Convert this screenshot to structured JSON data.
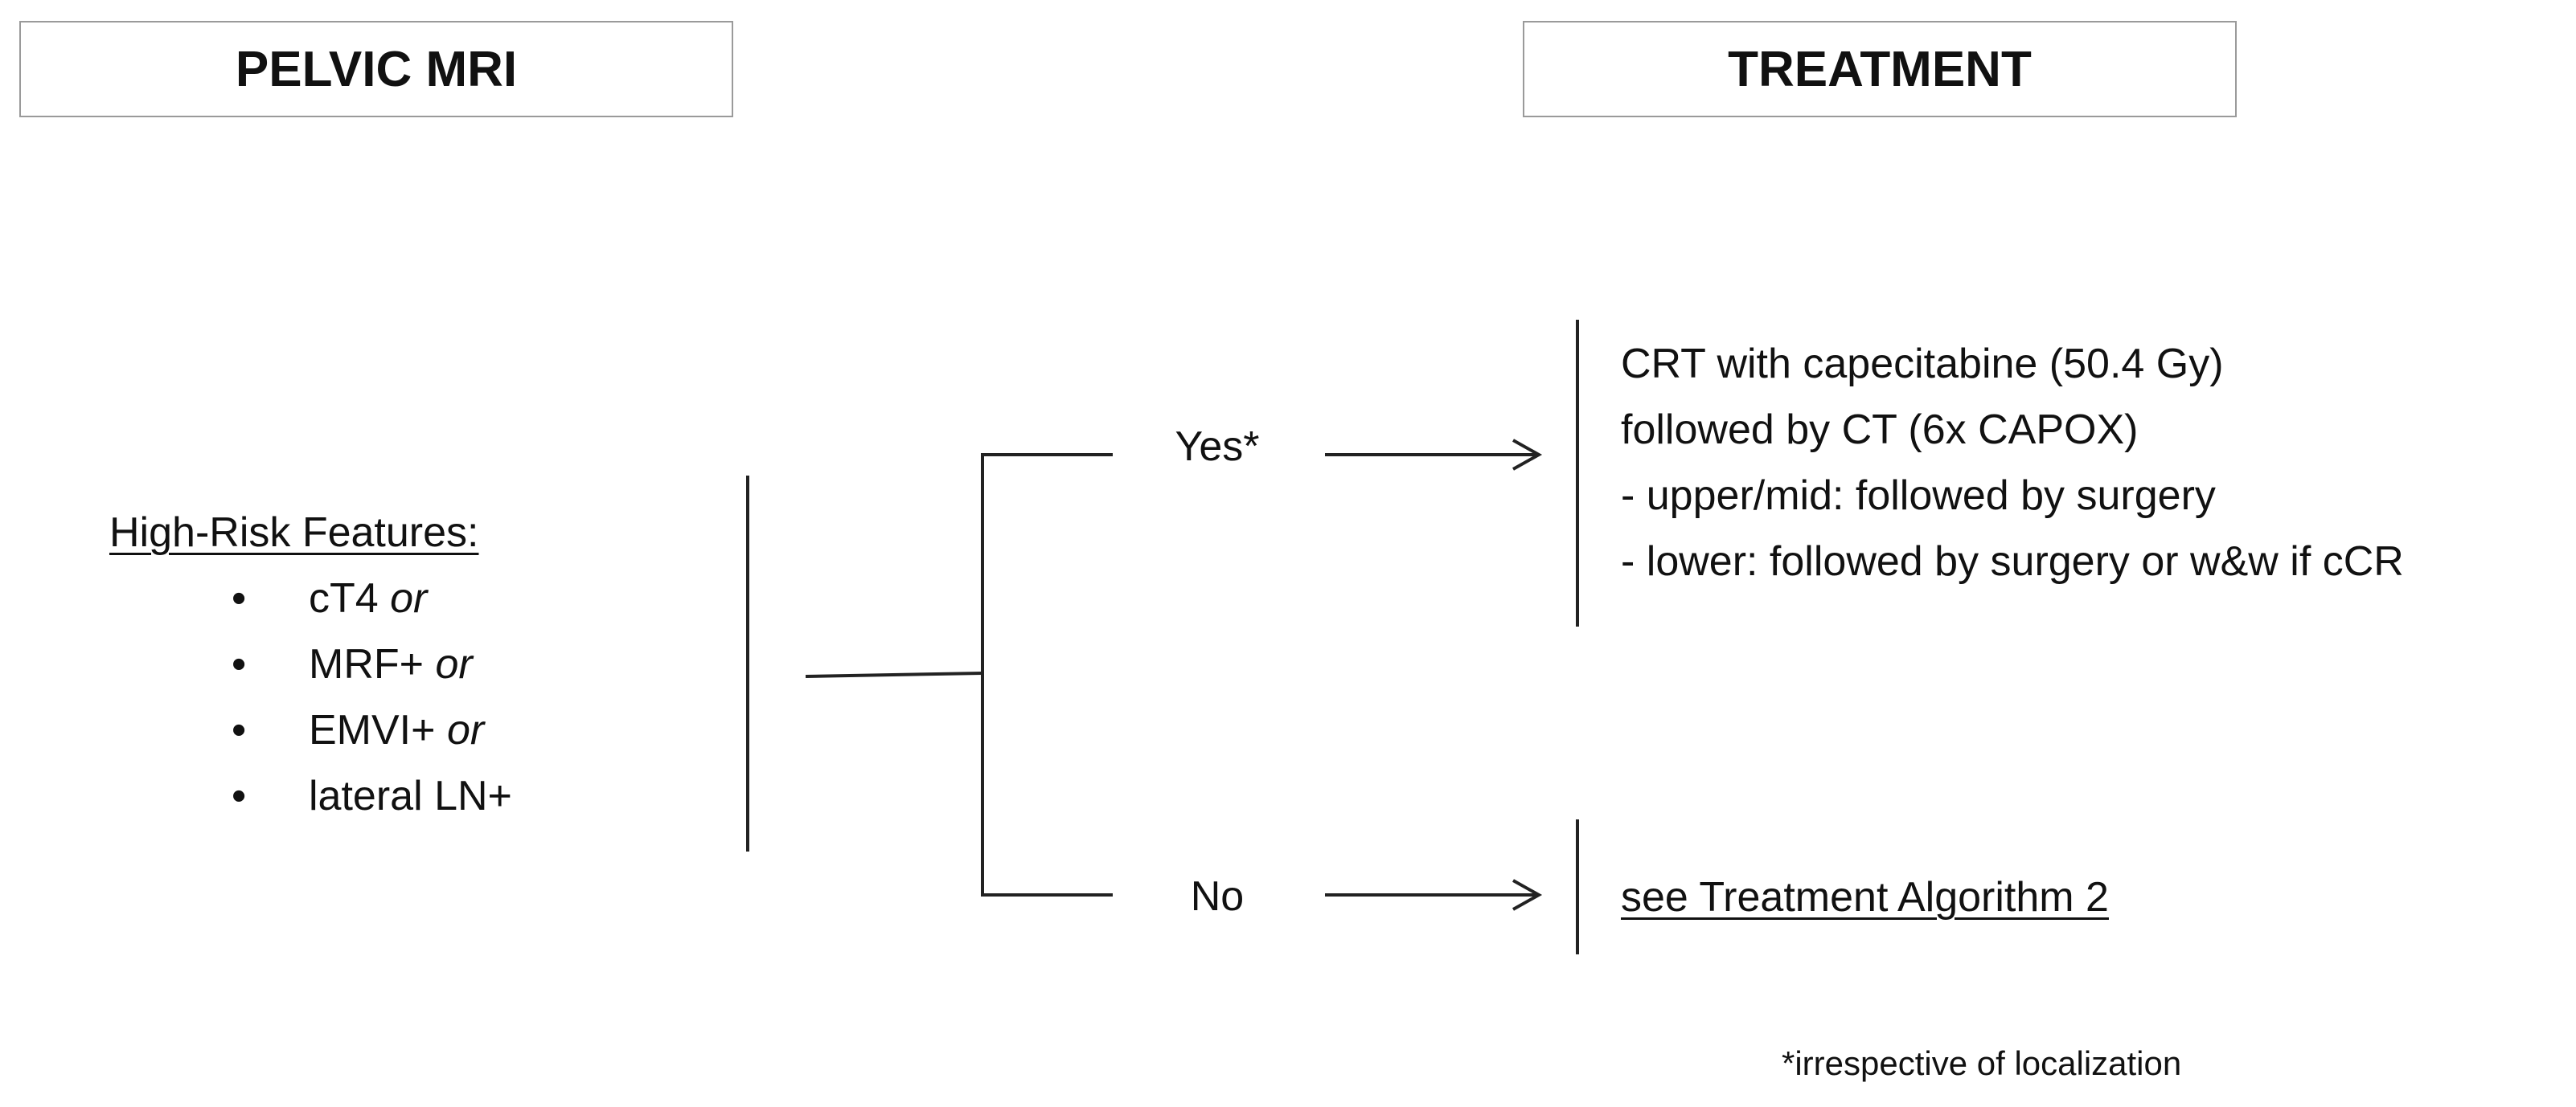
{
  "headers": {
    "left": "PELVIC MRI",
    "right": "TREATMENT"
  },
  "features": {
    "title": "High-Risk Features:",
    "bullet": "•",
    "items": [
      {
        "text": "cT4 ",
        "connector": "or"
      },
      {
        "text": "MRF+ ",
        "connector": "or"
      },
      {
        "text": "EMVI+ ",
        "connector": "or"
      },
      {
        "text": "lateral LN+",
        "connector": ""
      }
    ]
  },
  "branches": {
    "yes": "Yes*",
    "no": "No"
  },
  "outcomes": {
    "yes_lines": [
      "CRT with capecitabine (50.4 Gy)",
      "followed by CT (6x CAPOX)",
      "- upper/mid: followed by surgery",
      "- lower: followed by surgery or w&w if cCR"
    ],
    "no_text": "see Treatment Algorithm 2"
  },
  "footnote": "*irrespective of localization"
}
